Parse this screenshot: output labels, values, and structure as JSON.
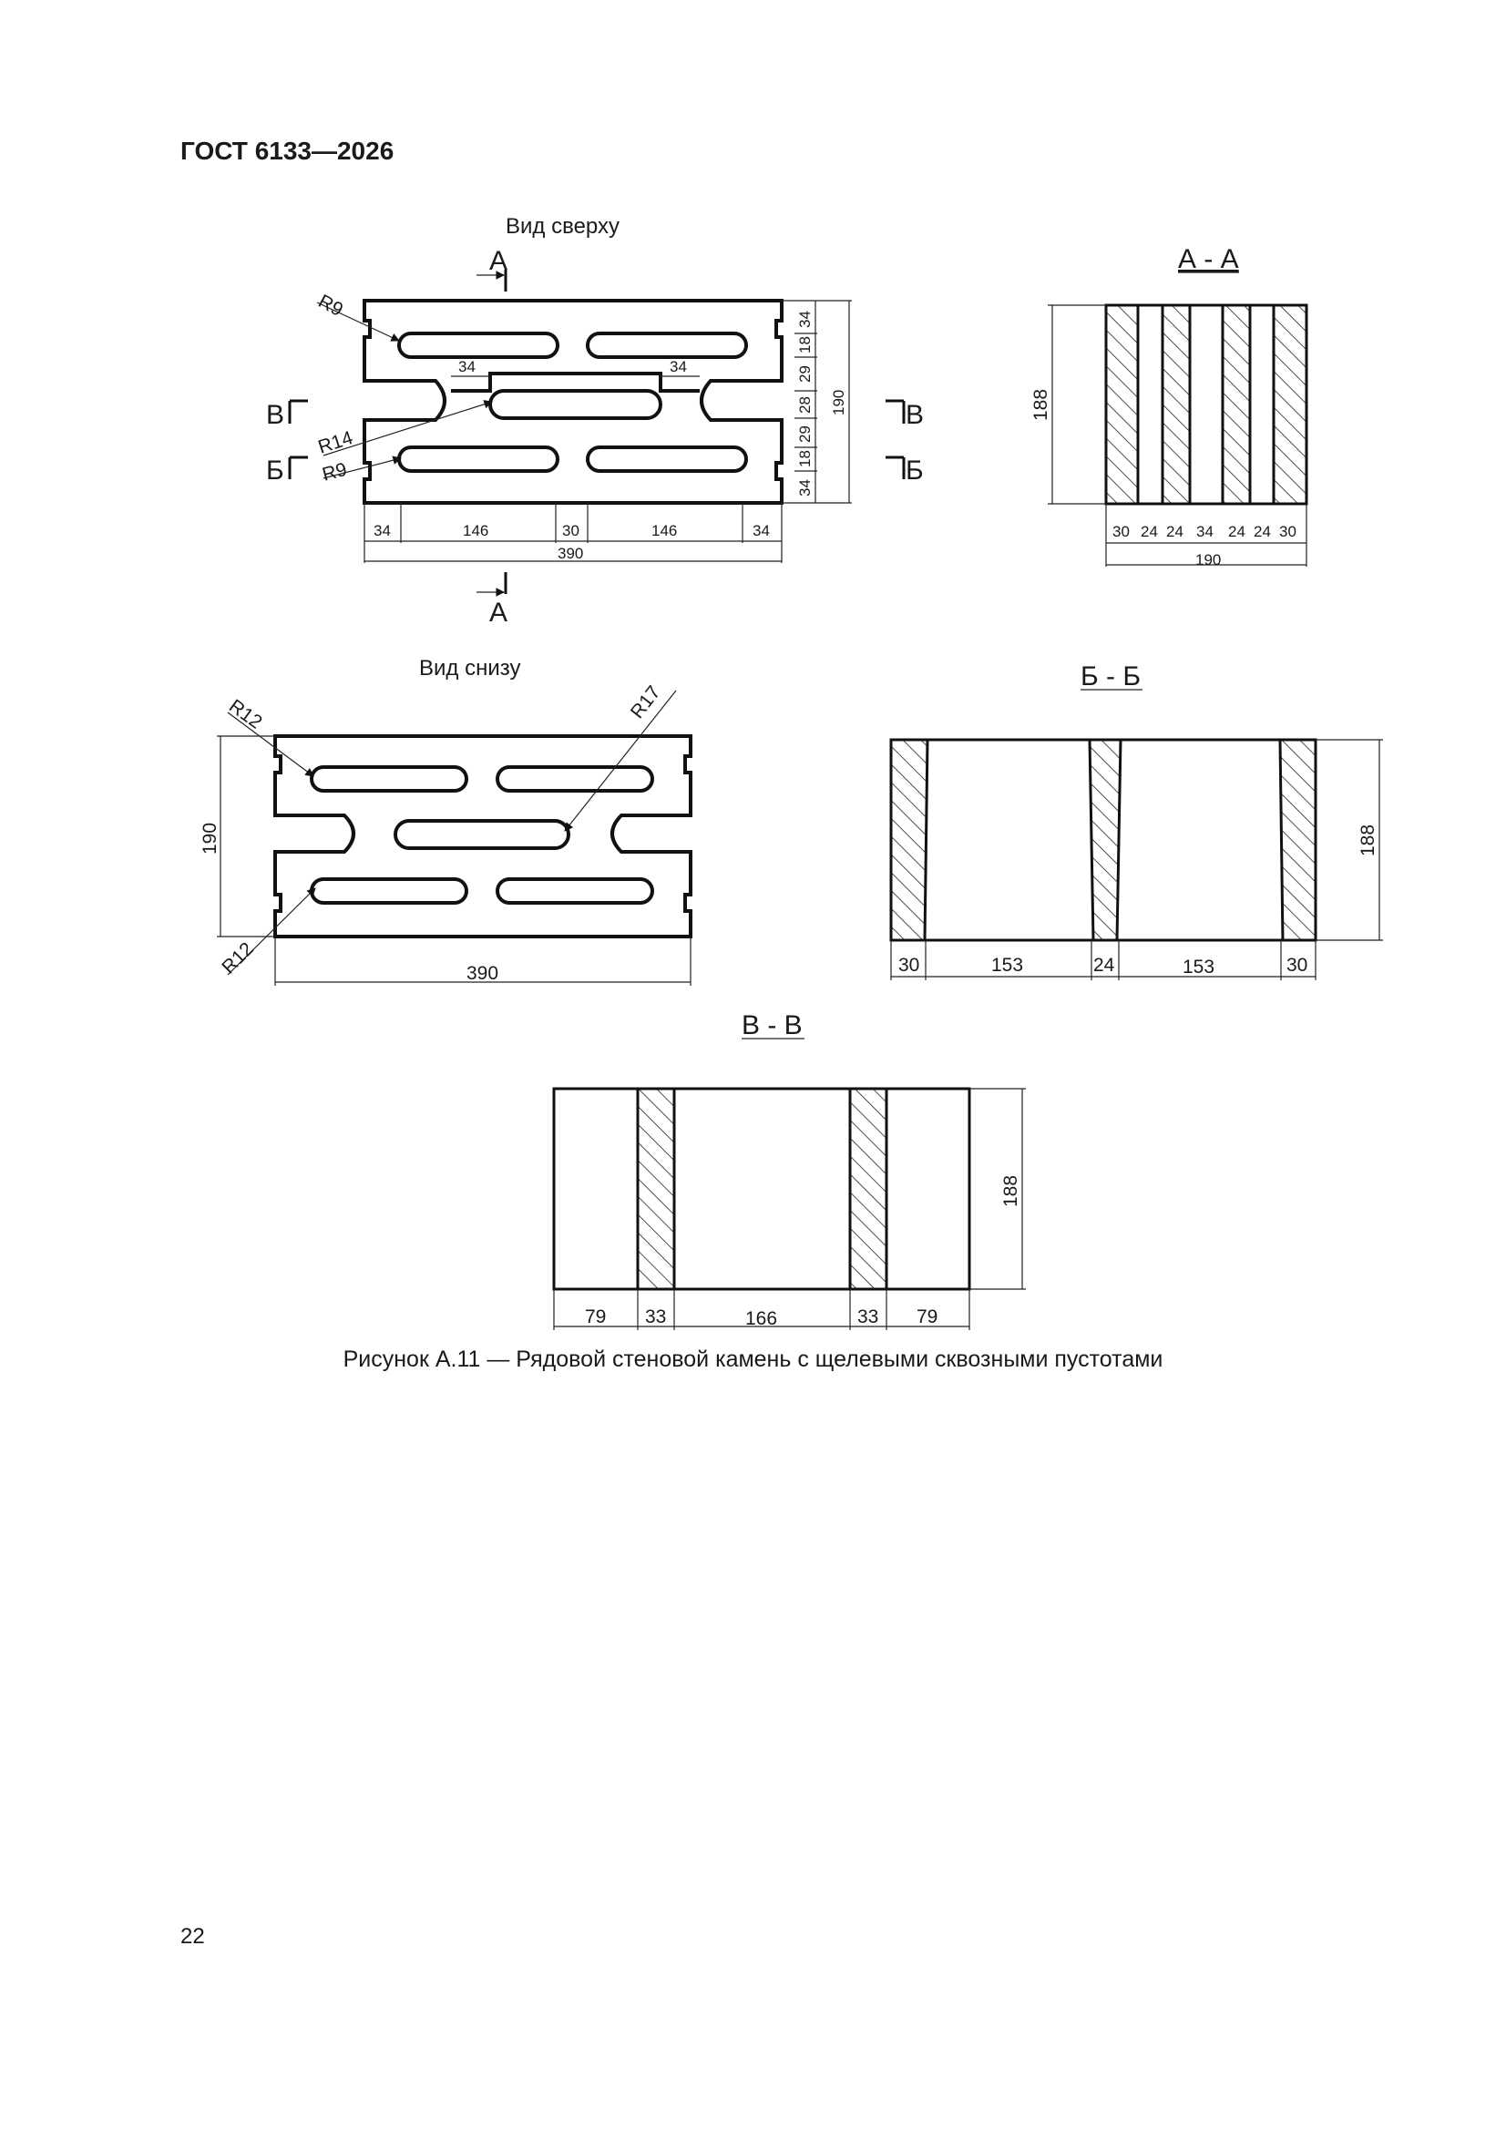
{
  "header": {
    "title": "ГОСТ 6133—2026"
  },
  "page_number": "22",
  "figure": {
    "caption": "Рисунок А.11 — Рядовой стеновой камень с щелевыми сквозными пустотами"
  },
  "views": {
    "top": {
      "label": "Вид сверху",
      "section_marks": [
        "А",
        "А",
        "В",
        "В",
        "Б",
        "Б"
      ],
      "radii": [
        "R9",
        "R14",
        "R9"
      ],
      "dims_bottom": [
        "34",
        "146",
        "30",
        "146",
        "34"
      ],
      "overall_length": "390",
      "dims_right": [
        "34",
        "18",
        "29",
        "28",
        "29",
        "18",
        "34"
      ],
      "overall_width": "190",
      "rib_dims": [
        "34",
        "34"
      ]
    },
    "bottom": {
      "label": "Вид снизу",
      "radii": [
        "R12",
        "R17",
        "R12"
      ],
      "overall_length": "390",
      "overall_width": "190"
    },
    "section_aa": {
      "label": "А - А",
      "height": "188",
      "dims": [
        "30",
        "24",
        "24",
        "34",
        "24",
        "24",
        "30"
      ],
      "overall": "190"
    },
    "section_bb": {
      "label": "Б - Б",
      "height": "188",
      "dims": [
        "30",
        "153",
        "24",
        "153",
        "30"
      ]
    },
    "section_vv": {
      "label": "В - В",
      "height": "188",
      "dims": [
        "79",
        "33",
        "166",
        "33",
        "79"
      ]
    }
  }
}
